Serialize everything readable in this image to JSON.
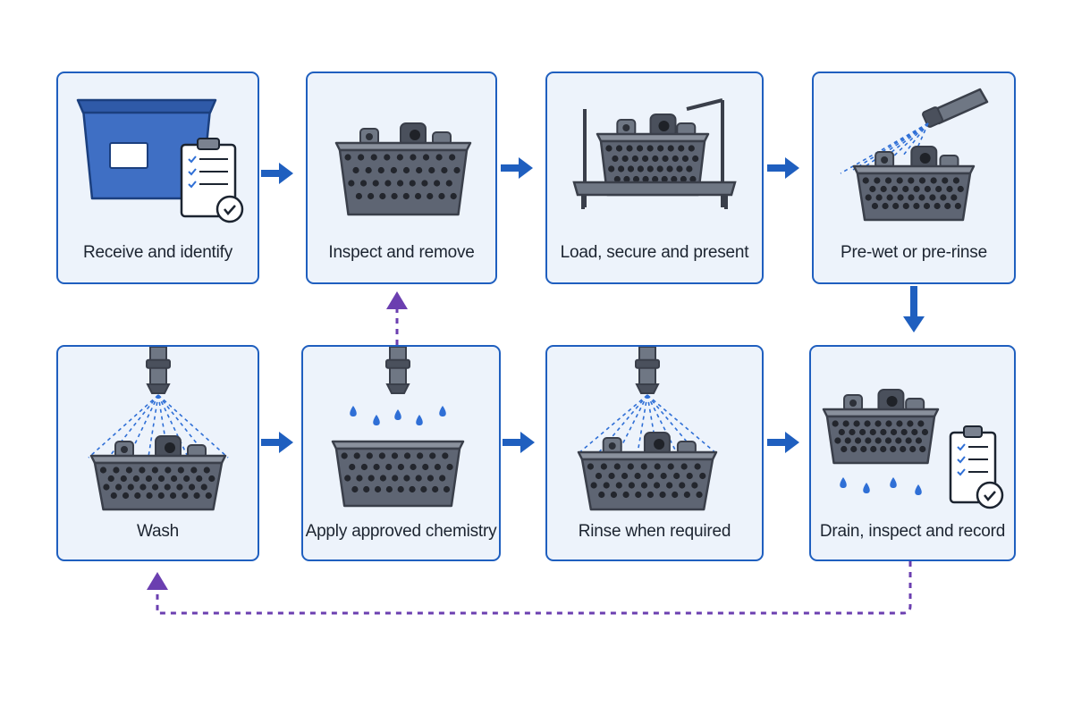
{
  "colors": {
    "box_border": "#1f5fbf",
    "box_fill": "#edf3fb",
    "flow_arrow": "#1f5fbf",
    "loop_arrow": "#6b3fb0",
    "water": "#2f6fd6",
    "basket": "#5e6573",
    "basket_dark": "#3a3f4a",
    "bin": "#3f6fc4"
  },
  "steps": [
    {
      "id": "receive",
      "label": "Receive and identify",
      "icon": "tote-bin-with-clipboard-icon"
    },
    {
      "id": "inspect",
      "label": "Inspect and remove",
      "icon": "basket-with-parts-icon"
    },
    {
      "id": "load",
      "label": "Load, secure and present",
      "icon": "basket-on-rack-icon"
    },
    {
      "id": "prewet",
      "label": "Pre-wet or pre-rinse",
      "icon": "hose-spray-basket-icon"
    },
    {
      "id": "wash",
      "label": "Wash",
      "icon": "nozzle-spray-basket-icon"
    },
    {
      "id": "chemistry",
      "label": "Apply approved chemistry",
      "icon": "nozzle-drops-basket-icon"
    },
    {
      "id": "rinse",
      "label": "Rinse when required",
      "icon": "nozzle-rinse-basket-icon"
    },
    {
      "id": "drain",
      "label": "Drain, inspect and record",
      "icon": "dripping-basket-clipboard-icon"
    }
  ],
  "connectors": [
    {
      "from": "receive",
      "to": "inspect",
      "style": "solid"
    },
    {
      "from": "inspect",
      "to": "load",
      "style": "solid"
    },
    {
      "from": "load",
      "to": "prewet",
      "style": "solid"
    },
    {
      "from": "prewet",
      "to": "drain",
      "style": "solid"
    },
    {
      "from": "wash",
      "to": "chemistry",
      "style": "solid"
    },
    {
      "from": "chemistry",
      "to": "rinse",
      "style": "solid"
    },
    {
      "from": "rinse",
      "to": "drain",
      "style": "solid"
    },
    {
      "from": "chemistry",
      "to": "inspect",
      "style": "dashed-loop"
    },
    {
      "from": "drain",
      "to": "wash",
      "style": "dashed-loop"
    }
  ]
}
